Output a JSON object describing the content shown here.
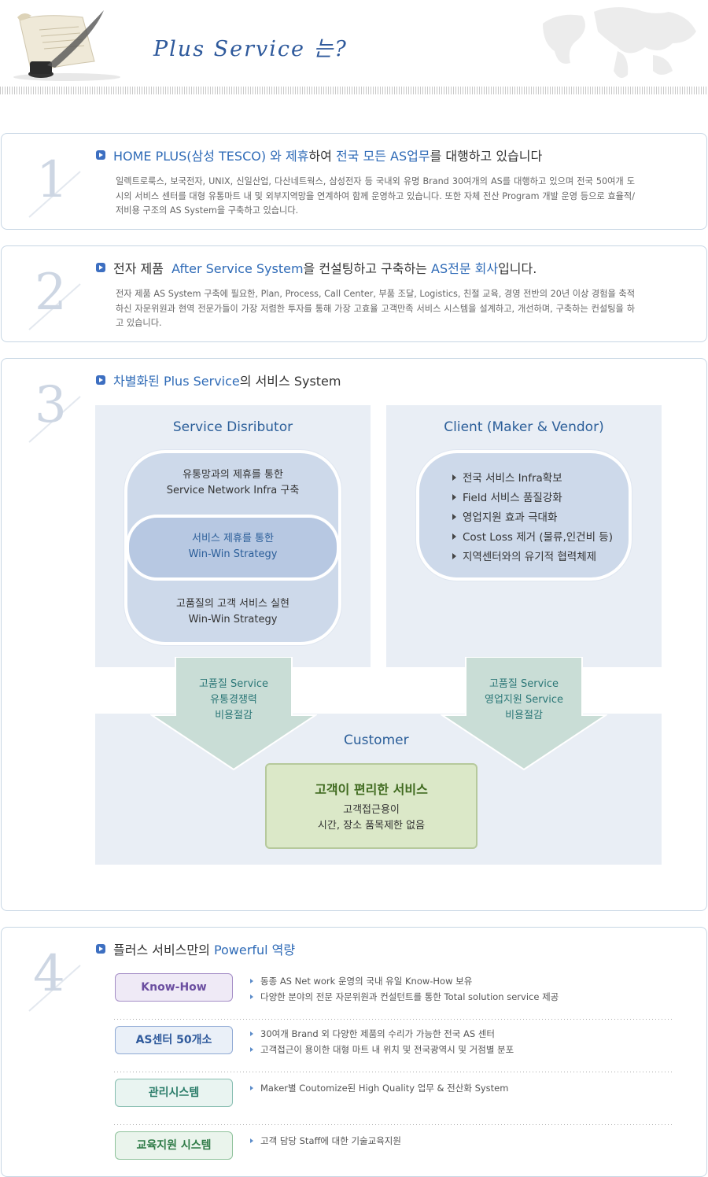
{
  "header": {
    "title": "Plus Service 는?"
  },
  "sections": [
    {
      "number": "1",
      "heading_parts": [
        "HOME PLUS(삼성 TESCO) 와 ",
        "제휴",
        "하여 ",
        "전국 모든 AS업무",
        "를 대행하고 있습니다"
      ],
      "body": "일렉트로룩스, 보국전자, UNIX, 신일산업, 다산네트웍스, 삼성전자 등 국내외 유명 Brand 30여개의 AS를 대행하고 있으며 전국 50여개 도시의 서비스 센터를 대형 유통마트 내 및 외부지역망을 연계하여 함께 운영하고 있습니다. 또한 자체 전산 Program 개발 운영 등으로 효율적/저비용 구조의 AS System을 구축하고 있습니다."
    },
    {
      "number": "2",
      "heading_parts": [
        "전자 제품  ",
        "After Service System",
        "을 컨설팅하고 구축하는 ",
        "AS전문 회사",
        "입니다."
      ],
      "body": "전자 제품 AS System 구축에 필요한, Plan, Process, Call Center, 부품 조달, Logistics, 친절 교육, 경영 전반의 20년 이상 경험을 축적하신 자문위원과 현역 전문가들이 가장 저렴한 투자를 통해 가장 고효율 고객만족 서비스 시스템을 설계하고, 개선하며, 구축하는 컨설팅을 하고 있습니다."
    },
    {
      "number": "3",
      "heading_parts": [
        "차별화된 Plus Service",
        "의 서비스 System"
      ]
    },
    {
      "number": "4",
      "heading_parts": [
        "플러스 서비스만의 ",
        "Powerful 역량"
      ]
    }
  ],
  "diagram": {
    "distributor": {
      "title": "Service Disributor",
      "top": [
        "유통망과의 제휴를 통한",
        "Service Network Infra 구축"
      ],
      "middle": [
        "서비스 제휴를 통한",
        "Win-Win Strategy"
      ],
      "bottom": [
        "고품질의 고객 서비스 실현",
        "Win-Win Strategy"
      ]
    },
    "client": {
      "title": "Client (Maker & Vendor)",
      "items": [
        "전국 서비스 Infra확보",
        "Field 서비스 품질강화",
        "영업지원 효과 극대화",
        "Cost Loss 제거 (물류,인건비 등)",
        "지역센터와의 유기적 협력체제"
      ]
    },
    "arrow_left": [
      "고품질 Service",
      "유통경쟁력",
      "비용절감"
    ],
    "arrow_right": [
      "고품질 Service",
      "영업지원 Service",
      "비용절감"
    ],
    "customer": {
      "label": "Customer",
      "box_title": "고객이 편리한 서비스",
      "box_lines": [
        "고객접근용이",
        "시간, 장소 품목제한 없음"
      ]
    }
  },
  "capabilities": [
    {
      "badge": "Know-How",
      "color": "purple",
      "items": [
        "동종 AS Net work 운영의 국내 유일 Know-How 보유",
        "다양한 분야의 전문 자문위원과 컨설턴트를 통한 Total solution service 제공"
      ]
    },
    {
      "badge": "AS센터 50개소",
      "color": "blue",
      "items": [
        "30여개 Brand 외 다양한 제품의 수리가 가능한 전국 AS 센터",
        "고객접근이 용이한 대형 마트 내 위치 및 전국광역시 및 거점별 분포"
      ]
    },
    {
      "badge": "관리시스템",
      "color": "teal",
      "items": [
        "Maker별 Coutomize된 High Quality 업무 & 전산화 System"
      ]
    },
    {
      "badge": "교육지원 시스템",
      "color": "green",
      "items": [
        "고객 담당 Staff에 대한 기술교육지원"
      ]
    }
  ],
  "colors": {
    "accent_blue": "#2f6bb7",
    "box_border": "#c7d6e4",
    "panel_bg": "#e9eef5",
    "arrow_green": "#c9ddd6",
    "customer_green": "#dbe8c8"
  }
}
